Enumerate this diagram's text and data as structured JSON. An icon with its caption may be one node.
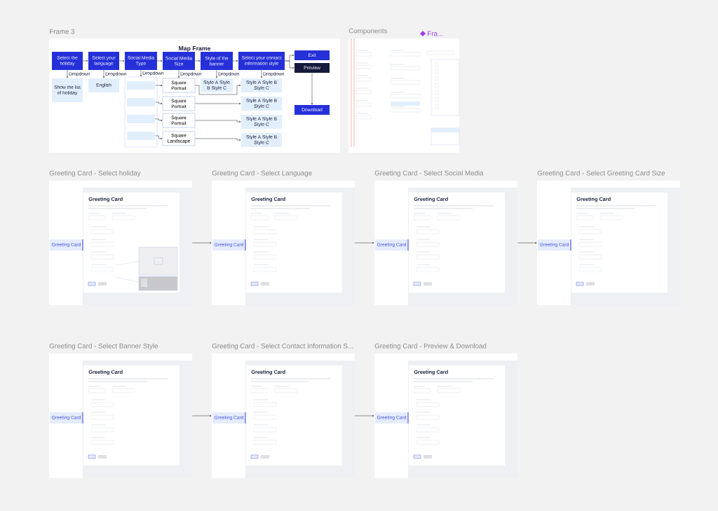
{
  "diagram": {
    "nodes": [
      {
        "text": [
          "Frame 3",
          "Map Frame"
        ]
      },
      {
        "text": [
          "Select the holiday"
        ],
        "in": 0
      },
      {
        "text": [
          "Select your language"
        ],
        "in": 0
      },
      {
        "text": [
          "Social Media Type"
        ],
        "in": 0
      },
      {
        "text": [
          "Social Media Size"
        ],
        "in": 0
      },
      {
        "text": [
          "Style of the banner"
        ],
        "in": 0
      },
      {
        "text": [
          "Select your contact information style"
        ],
        "in": 0
      },
      {
        "text": [
          "Exit"
        ],
        "in": 0
      },
      {
        "text": [
          "Preview"
        ],
        "in": 0
      },
      {
        "text": [
          "Download"
        ],
        "in": 0
      },
      {
        "text": [
          "Show the list of holiday"
        ],
        "in": 0
      },
      {
        "text": [
          "English"
        ],
        "in": 0
      },
      {
        "text": [],
        "shape": "box",
        "in": 0
      },
      {
        "text": [],
        "shape": "bar",
        "in": 12
      },
      {
        "text": [],
        "shape": "bar",
        "in": 12
      },
      {
        "text": [],
        "shape": "bar",
        "in": 12
      },
      {
        "text": [],
        "shape": "bar",
        "in": 12
      },
      {
        "text": [
          "Square Portrait"
        ],
        "in": 0
      },
      {
        "text": [
          "Square Portrait"
        ],
        "in": 0
      },
      {
        "text": [
          "Square Portrait"
        ],
        "in": 0
      },
      {
        "text": [
          "Square Landscape"
        ],
        "in": 0
      },
      {
        "text": [
          "Style A Style B Style C"
        ],
        "in": 0
      },
      {
        "text": [
          "Style A Style B Style C"
        ],
        "in": 0
      },
      {
        "text": [
          "Style A Style B Style C"
        ],
        "in": 0
      },
      {
        "text": [
          "Style A Style B Style C"
        ],
        "in": 0
      },
      {
        "text": [
          "Style A Style B Style C"
        ],
        "in": 0
      },
      {
        "text": [
          "Components"
        ]
      },
      {
        "text": [
          "Greeting Card - Select holiday",
          "Greeting Card"
        ]
      },
      {
        "text": [
          "Greeting Card"
        ],
        "in": 27
      },
      {
        "text": [
          "Greeting Card - Select Language",
          "Greeting Card"
        ]
      },
      {
        "text": [
          "Greeting Card"
        ],
        "in": 29
      },
      {
        "text": [
          "Greeting Card - Select Social Media",
          "Greeting Card"
        ]
      },
      {
        "text": [
          "Greeting Card"
        ],
        "in": 31
      },
      {
        "text": [
          "Greeting Card - Select Greeting Card Size",
          "Greeting Card"
        ]
      },
      {
        "text": [
          "Greeting Card"
        ],
        "in": 33
      },
      {
        "text": [
          "Greeting Card - Select Banner Style",
          "Greeting Card"
        ]
      },
      {
        "text": [
          "Greeting Card"
        ],
        "in": 35
      },
      {
        "text": [
          "Greeting Card - Select Contact Information S...",
          "Greeting Card"
        ]
      },
      {
        "text": [
          "Greeting Card"
        ],
        "in": 37
      },
      {
        "text": [
          "Greeting Card - Preview & Download",
          "Greeting Card"
        ]
      },
      {
        "text": [
          "Greeting Card"
        ],
        "in": 39
      }
    ],
    "edges": [
      {
        "from": 1,
        "to": 2,
        "arrow": "to"
      },
      {
        "from": 2,
        "to": 3,
        "arrow": "to"
      },
      {
        "from": 3,
        "to": 4,
        "arrow": "to"
      },
      {
        "from": 4,
        "to": 5,
        "arrow": "to"
      },
      {
        "from": 5,
        "to": 6,
        "arrow": "to"
      },
      {
        "from": 6,
        "to": 7,
        "arrow": "to"
      },
      {
        "from": 6,
        "to": 8,
        "arrow": "to"
      },
      {
        "from": 8,
        "to": 9,
        "arrow": "to"
      },
      {
        "from": 1,
        "to": 10,
        "arrow": "to",
        "label": "Dropdown"
      },
      {
        "from": 2,
        "to": 11,
        "arrow": "to",
        "label": "Dropdown"
      },
      {
        "from": 3,
        "to": 12,
        "arrow": "to",
        "label": "Dropdown"
      },
      {
        "from": 4,
        "to": 17,
        "arrow": "to",
        "label": "Dropdown"
      },
      {
        "from": 5,
        "to": 21,
        "arrow": "to",
        "label": "Dropdown"
      },
      {
        "from": 6,
        "to": 22,
        "arrow": "to",
        "label": "Dropdown"
      },
      {
        "from": 13,
        "to": 17,
        "arrow": "to"
      },
      {
        "from": 14,
        "to": 18,
        "arrow": "to"
      },
      {
        "from": 15,
        "to": 19,
        "arrow": "to"
      },
      {
        "from": 16,
        "to": 20,
        "arrow": "to"
      },
      {
        "from": 17,
        "to": 22,
        "arrow": "to"
      },
      {
        "from": 18,
        "to": 23,
        "arrow": "to"
      },
      {
        "from": 19,
        "to": 24,
        "arrow": "to"
      },
      {
        "from": 20,
        "to": 25,
        "arrow": "to"
      },
      {
        "from": 27,
        "to": 29,
        "arrow": "to"
      },
      {
        "from": 29,
        "to": 31,
        "arrow": "to"
      },
      {
        "from": 31,
        "to": 33,
        "arrow": "to"
      },
      {
        "from": 35,
        "to": 37,
        "arrow": "to"
      },
      {
        "from": 37,
        "to": 39,
        "arrow": "to"
      }
    ],
    "labels": [
      "Fra..."
    ]
  }
}
